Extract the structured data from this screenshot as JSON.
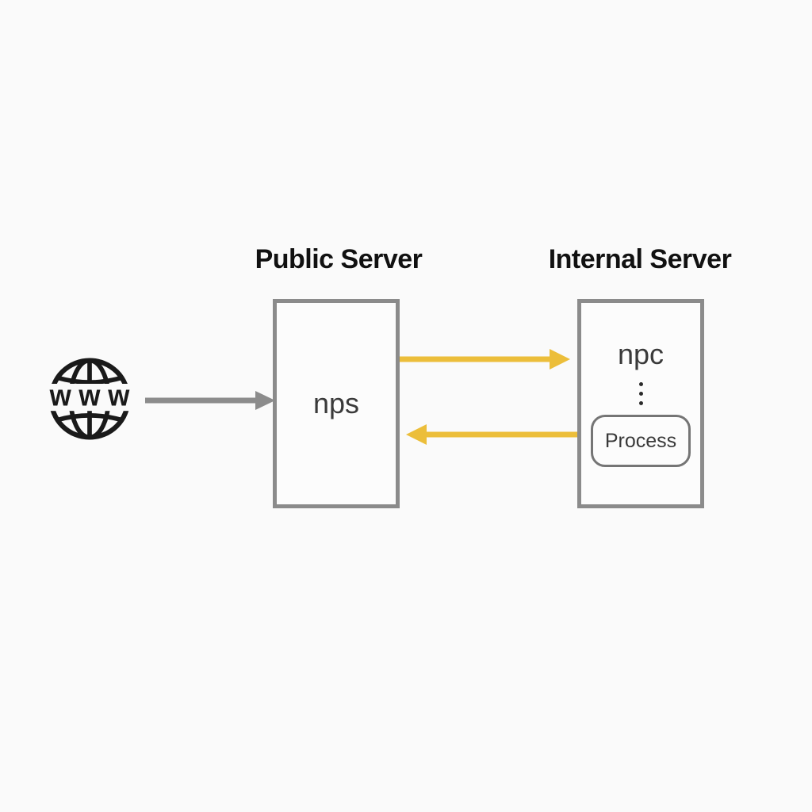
{
  "colors": {
    "bg": "#fafafa",
    "box_border": "#8b8b8b",
    "arrow_gray": "#8c8c8c",
    "arrow_yellow": "#ecbe3a",
    "title_ink": "#111111",
    "node_ink": "#3a3a3a",
    "icon_ink": "#1a1a1a",
    "process_border": "#757575"
  },
  "internet": {
    "icon": "www-globe-icon",
    "label": "w w w"
  },
  "public_server": {
    "title": "Public Server",
    "node_label": "nps"
  },
  "internal_server": {
    "title": "Internal Server",
    "node_label": "npc",
    "ellipsis_icon": "vertical-ellipsis-icon",
    "process_label": "Process"
  },
  "flows": [
    {
      "name": "internet-to-nps",
      "from": "www",
      "to": "nps",
      "color": "#8c8c8c",
      "direction": "right"
    },
    {
      "name": "nps-to-npc",
      "from": "nps",
      "to": "npc",
      "color": "#ecbe3a",
      "direction": "right"
    },
    {
      "name": "npc-to-nps",
      "from": "npc",
      "to": "nps",
      "color": "#ecbe3a",
      "direction": "left"
    }
  ]
}
